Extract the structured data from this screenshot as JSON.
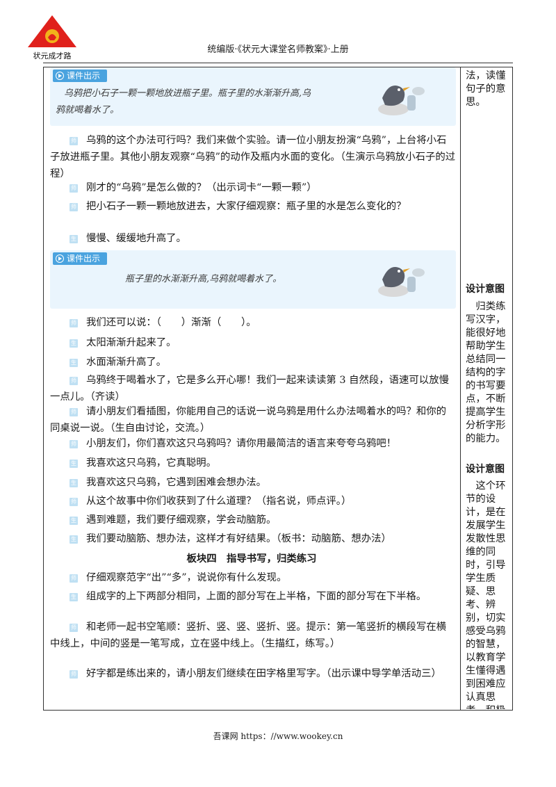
{
  "header": {
    "title": "统编版·《状元大课堂名师教案》·上册",
    "logo_text": "状元成才路"
  },
  "colors": {
    "accent": "#4aa3df",
    "panel_bg": "#eaf5fd",
    "tag_bg": "#bfe0f3",
    "logo_red": "#e0211c",
    "logo_gold": "#f2b21b"
  },
  "courseware": [
    {
      "label": "课件出示",
      "text_line1": "乌鸦把小石子一颗一颗地放进瓶子里。瓶子里的水渐渐升高,乌",
      "text_line2": "鸦就喝着水了。"
    },
    {
      "label": "课件出示",
      "text_line1": "瓶子里的水渐渐升高,乌鸦就喝着水了。"
    }
  ],
  "paragraphs": [
    {
      "tag": "师",
      "text": "乌鸦的这个办法可行吗？我们来做个实验。请一位小朋友扮演“乌鸦”，上台将小石子放进瓶子里。其他小朋友观察“乌鸦”的动作及瓶内水面的变化。（生演示乌鸦放小石子的过程）"
    },
    {
      "tag": "师",
      "text": "刚才的“乌鸦”是怎么做的？（出示词卡“一颗一颗”）"
    },
    {
      "tag": "师",
      "text": "把小石子一颗一颗地放进去，大家仔细观察：瓶子里的水是怎么变化的？"
    },
    {
      "tag": "生",
      "text": "慢慢、缓缓地升高了。"
    },
    {
      "tag": "师",
      "text": "我们还可以说：（　　）渐渐（　　）。"
    },
    {
      "tag": "生",
      "text": "太阳渐渐升起来了。"
    },
    {
      "tag": "生",
      "text": "水面渐渐升高了。"
    },
    {
      "tag": "师",
      "text": "乌鸦终于喝着水了，它是多么开心哪！我们一起来读读第 3 自然段，语速可以放慢一点儿。（齐读）"
    },
    {
      "tag": "师",
      "text": "请小朋友们看插图，你能用自己的话说一说乌鸦是用什么办法喝着水的吗？和你的同桌说一说。（生自由讨论，交流。）"
    },
    {
      "tag": "师",
      "text": "小朋友们，你们喜欢这只乌鸦吗？请你用最简洁的语言来夸夸乌鸦吧！"
    },
    {
      "tag": "生",
      "text": "我喜欢这只乌鸦，它真聪明。"
    },
    {
      "tag": "生",
      "text": "我喜欢这只乌鸦，它遇到困难会想办法。"
    },
    {
      "tag": "师",
      "text": "从这个故事中你们收获到了什么道理？（指名说，师点评。）"
    },
    {
      "tag": "生",
      "text": "遇到难题，我们要仔细观察，学会动脑筋。"
    },
    {
      "tag": "生",
      "text": "我们要动脑筋、想办法，这样才有好结果。（板书：动脑筋、想办法）"
    },
    {
      "tag": "师",
      "text": "仔细观察范字“出”“多”，说说你有什么发现。"
    },
    {
      "tag": "生",
      "text": "组成字的上下两部分相同，上面的部分写在上半格，下面的部分写在下半格。"
    },
    {
      "tag": "师",
      "text": "和老师一起书空笔顺：竖折、竖、竖、竖折、竖。提示：第一笔竖折的横段写在横中线上，中间的竖是一笔写成，立在竖中线上。（生描红，练写。）"
    },
    {
      "tag": "师",
      "text": "好字都是练出来的，请小朋友们继续在田字格里写字。（出示课中导学单活动三）"
    }
  ],
  "section_heading": "板块四　指导书写，归类练习",
  "sidebar": {
    "top_text": "法，读懂句子的意思。",
    "design1_title": "设计意图",
    "design1_text": "　归类练写汉字，能很好地帮助学生总结同一结构的字的书写要点，不断提高学生分析字形的能力。",
    "design2_title": "设计意图",
    "design2_text": "　这个环节的设计，是在发展学生发散性思维的同时，引导学生质疑、思考、辨别，切实感受乌鸦的智慧，以教育学生懂得遇到困难应认真思考、积极"
  },
  "footer": {
    "text": "吾课网 https：//www.wookey.cn"
  }
}
